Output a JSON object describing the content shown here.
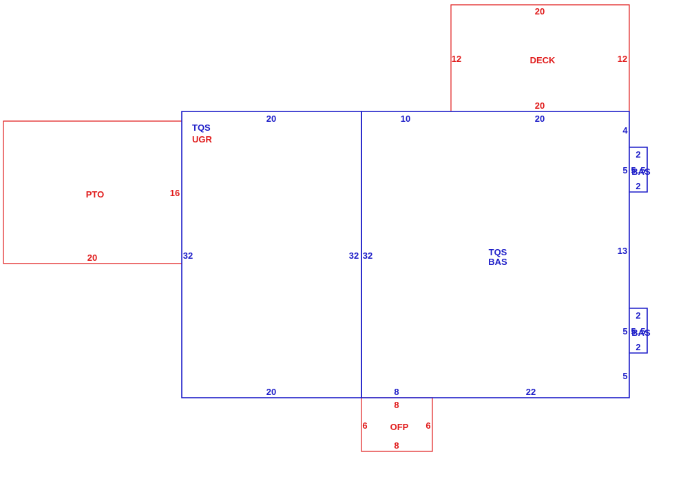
{
  "colors": {
    "main": "#1d1dc8",
    "secondary": "#e01b1b",
    "background": "#ffffff"
  },
  "areas": {
    "deck": {
      "code": "DECK",
      "dims": {
        "top": "20",
        "bottom": "20",
        "left": "12",
        "right": "12"
      }
    },
    "pto": {
      "code": "PTO",
      "dims": {
        "bottom": "20",
        "right": "16"
      }
    },
    "left_section": {
      "code_1": "TQS",
      "code_2": "UGR",
      "dims": {
        "top": "20",
        "bottom": "20",
        "left": "32",
        "right": "32"
      }
    },
    "right_section": {
      "code_1": "TQS",
      "code_2": "BAS",
      "dims": {
        "top_a": "10",
        "top_b": "20",
        "left": "32",
        "bottom_a": "8",
        "bottom_b": "22",
        "right_1": "4",
        "right_2": "5",
        "right_3": "13",
        "right_4": "5",
        "right_5": "5"
      }
    },
    "bay_upper": {
      "code": "BAS",
      "dims": {
        "top": "2",
        "bottom": "2",
        "left": "5",
        "right": ".5"
      }
    },
    "bay_lower": {
      "code": "BAS",
      "dims": {
        "top": "2",
        "bottom": "2",
        "left": "5",
        "right": ".5"
      }
    },
    "ofp": {
      "code": "OFP",
      "dims": {
        "top": "8",
        "bottom": "8",
        "left": "6",
        "right": "6"
      }
    }
  }
}
